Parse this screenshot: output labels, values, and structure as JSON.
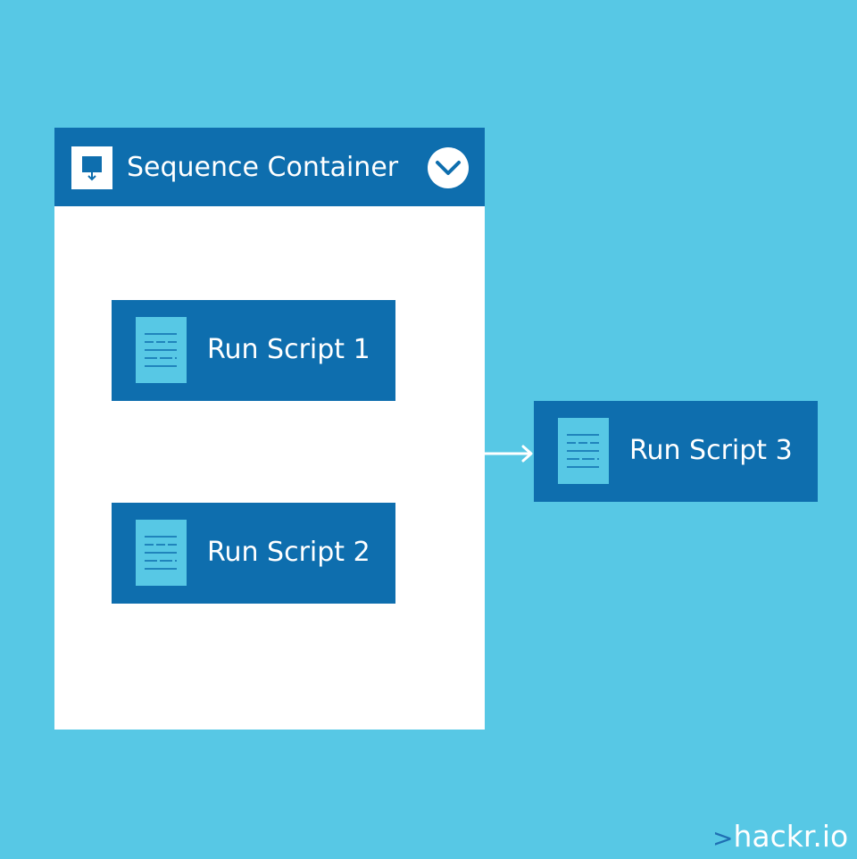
{
  "container": {
    "title": "Sequence Container",
    "header_icon": "package-download-icon",
    "toggle_icon": "chevron-down-icon"
  },
  "scripts": [
    {
      "label": "Run Script 1",
      "icon": "document-icon"
    },
    {
      "label": "Run Script 2",
      "icon": "document-icon"
    },
    {
      "label": "Run Script 3",
      "icon": "document-icon"
    }
  ],
  "connector": {
    "from": "Sequence Container",
    "to": "Run Script 3",
    "icon": "arrow-right-icon"
  },
  "brand": {
    "prefix": ">",
    "name": "hackr.io"
  },
  "colors": {
    "background": "#57c8e5",
    "primary": "#0e6eae",
    "container": "#ffffff",
    "text": "#ffffff",
    "doc": "#57c8e5"
  }
}
